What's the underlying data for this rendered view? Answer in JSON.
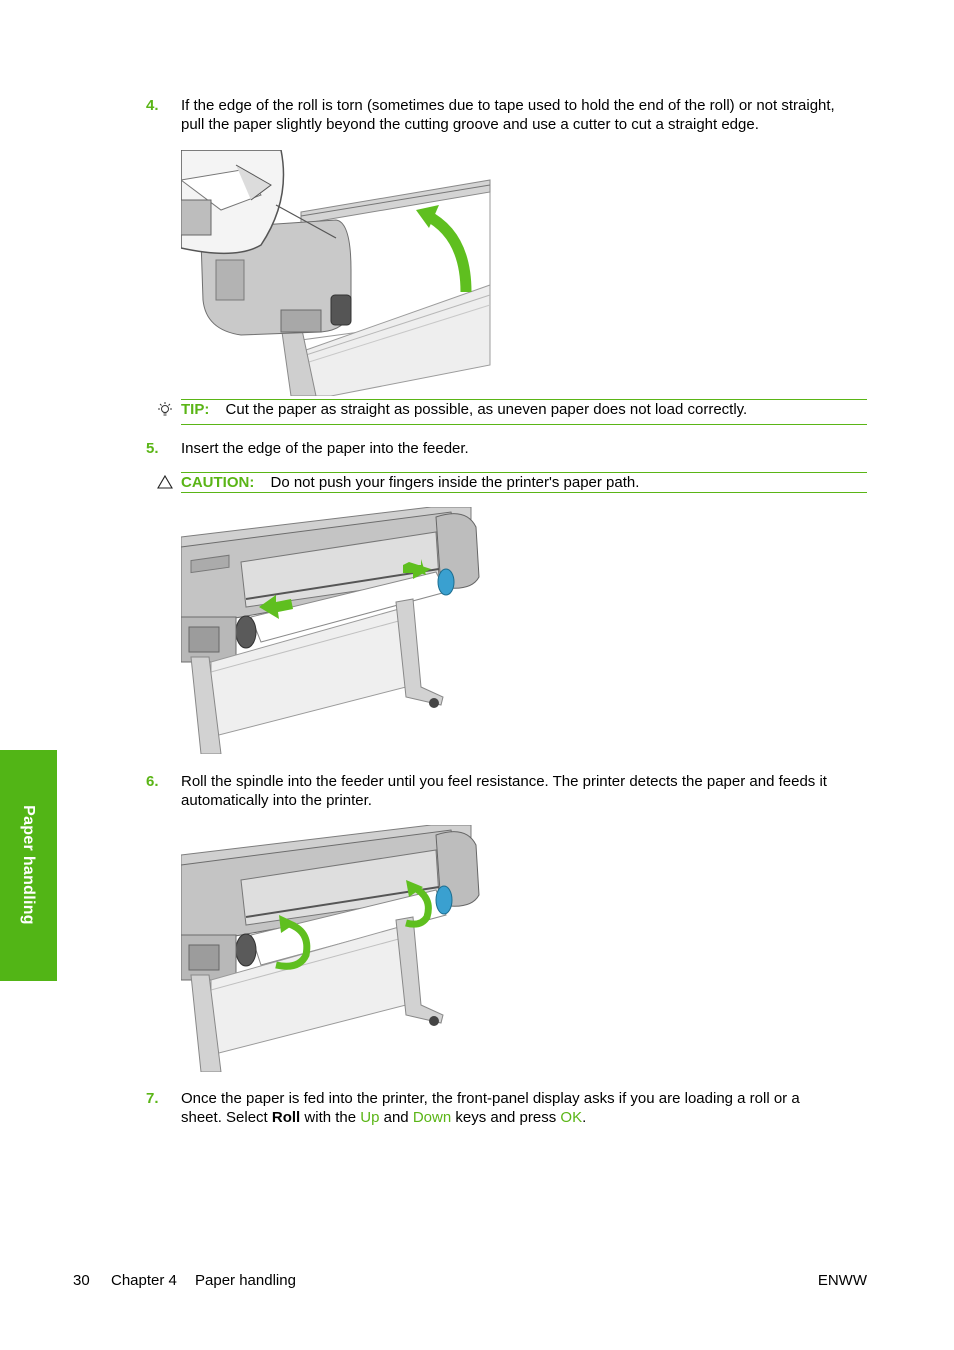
{
  "steps": [
    {
      "number": "4.",
      "lines": [
        "If the edge of the roll is torn (sometimes due to tape used to hold the end of the roll) or not straight,",
        "pull the paper slightly beyond the cutting groove and use a cutter to cut a straight edge."
      ]
    },
    {
      "number": "5.",
      "lines": [
        "Insert the edge of the paper into the feeder."
      ]
    },
    {
      "number": "6.",
      "lines": [
        "Roll the spindle into the feeder until you feel resistance. The printer detects the paper and feeds it",
        "automatically into the printer."
      ]
    },
    {
      "number": "7.",
      "line1": "Once the paper is fed into the printer, the front-panel display asks if you are loading a roll or a",
      "line2": {
        "pre": "sheet. Select ",
        "bold": "Roll",
        "mid1": " with the ",
        "up": "Up",
        "mid2": " and ",
        "down": "Down",
        "mid3": " keys and press ",
        "ok": "OK",
        "end": "."
      }
    }
  ],
  "tip": {
    "label": "TIP:",
    "text": "Cut the paper as straight as possible, as uneven paper does not load correctly."
  },
  "caution": {
    "label": "CAUTION:",
    "text": "Do not push your fingers inside the printer's paper path."
  },
  "side_tab": "Paper handling",
  "footer": {
    "page": "30",
    "chapter": "Chapter 4",
    "section": "Paper handling",
    "right": "ENWW"
  },
  "colors": {
    "accent": "#5ab516",
    "tab": "#52b516"
  }
}
